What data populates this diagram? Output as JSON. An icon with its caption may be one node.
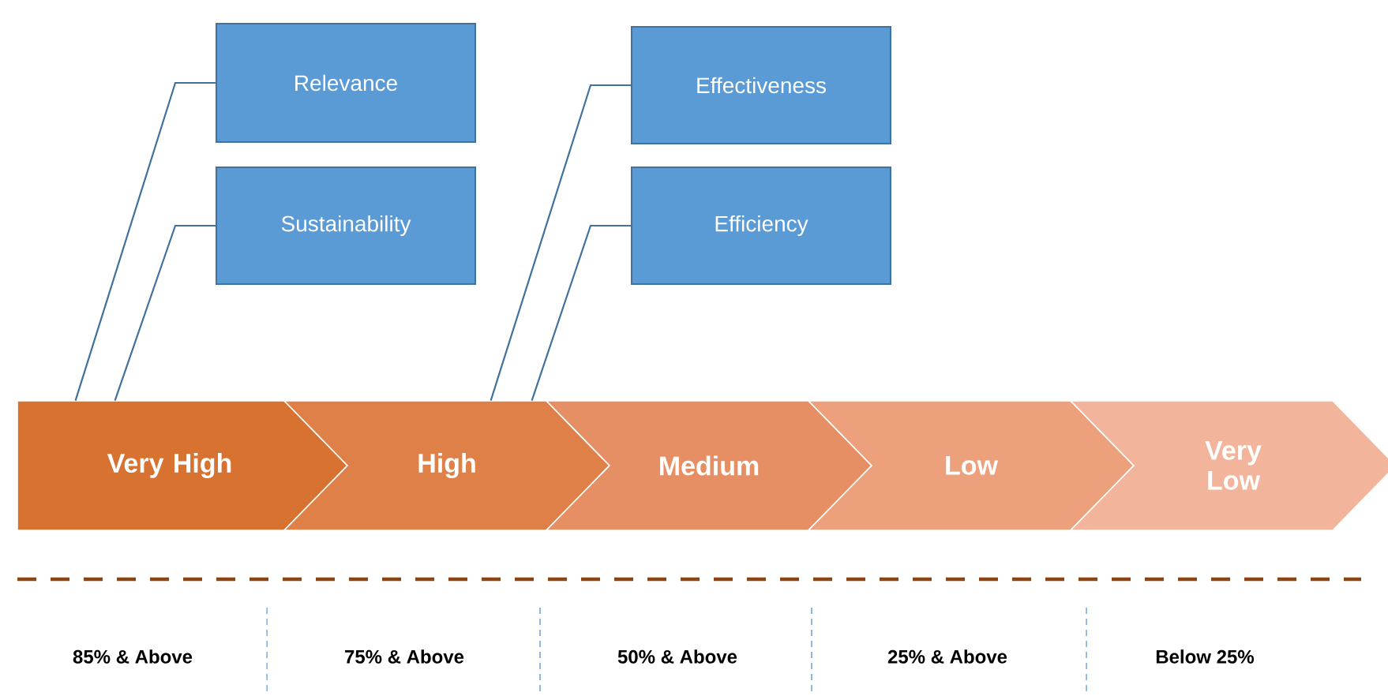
{
  "diagram": {
    "nodes": [
      {
        "text": [
          "Relevance"
        ]
      },
      {
        "text": [
          "Sustainability"
        ]
      },
      {
        "text": [
          "Effectiveness"
        ]
      },
      {
        "text": [
          "Efficiency"
        ]
      },
      {
        "text": [
          "Very High"
        ]
      },
      {
        "text": [
          "High"
        ]
      },
      {
        "text": [
          "Medium"
        ]
      },
      {
        "text": [
          "Low"
        ]
      },
      {
        "text": [
          "Very Low"
        ]
      }
    ],
    "edges": [
      {
        "from": 0,
        "to": 4,
        "arrow": "none"
      },
      {
        "from": 1,
        "to": 4,
        "arrow": "none"
      },
      {
        "from": 2,
        "to": 5,
        "arrow": "none"
      },
      {
        "from": 3,
        "to": 5,
        "arrow": "none"
      }
    ],
    "labels": [
      "85% & Above",
      "75% & Above",
      "50% & Above",
      "25% & Above",
      "Below 25%"
    ]
  }
}
